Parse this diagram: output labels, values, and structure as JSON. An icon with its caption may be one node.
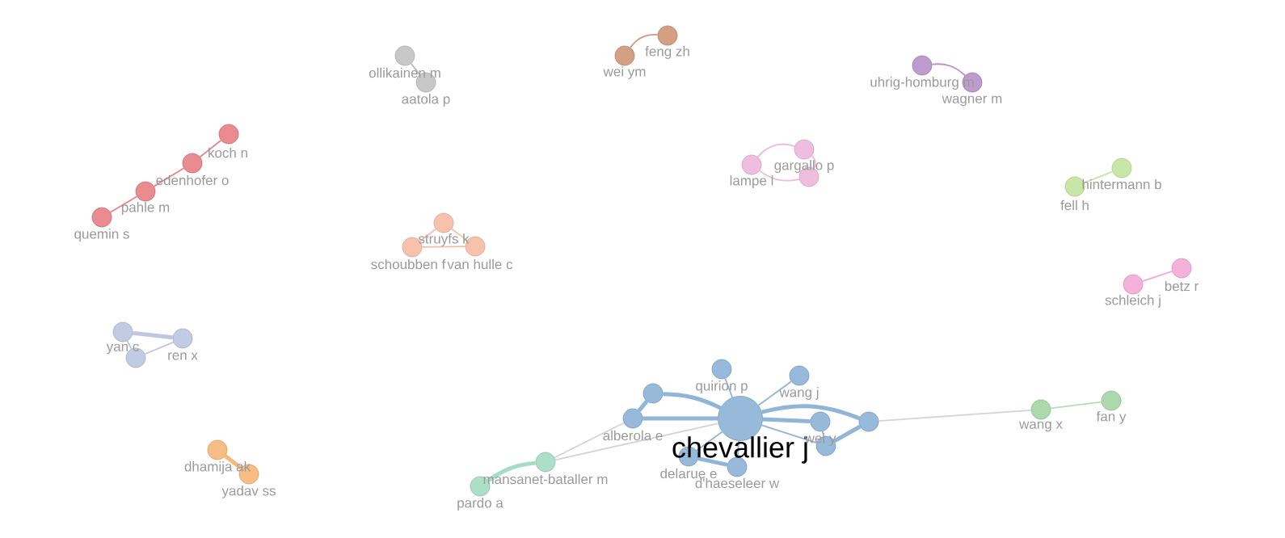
{
  "diagram": {
    "nodes": [
      {
        "text": [],
        "shape": "circle",
        "beside": [
          "feng zh"
        ]
      },
      {
        "text": [],
        "shape": "circle",
        "beside": [
          "ollikainen m"
        ]
      },
      {
        "text": [],
        "shape": "circle",
        "beside": [
          "wei ym"
        ]
      },
      {
        "text": [],
        "shape": "circle",
        "beside": [
          "uhrig-homburg m"
        ]
      },
      {
        "text": [],
        "shape": "circle",
        "beside": [
          "aatola p"
        ]
      },
      {
        "text": [],
        "shape": "circle",
        "beside": [
          "wagner m"
        ]
      },
      {
        "text": [],
        "shape": "circle",
        "beside": [
          "koch n"
        ]
      },
      {
        "text": [],
        "shape": "circle",
        "beside": [
          "gargallo p"
        ]
      },
      {
        "text": [],
        "shape": "circle",
        "beside": [
          "edenhofer o"
        ]
      },
      {
        "text": [],
        "shape": "circle",
        "beside": [
          "lampe l"
        ]
      },
      {
        "text": [],
        "shape": "circle"
      },
      {
        "text": [],
        "shape": "circle",
        "beside": [
          "hintermann b"
        ]
      },
      {
        "text": [],
        "shape": "circle",
        "beside": [
          "fell h"
        ]
      },
      {
        "text": [],
        "shape": "circle",
        "beside": [
          "pahle m"
        ]
      },
      {
        "text": [],
        "shape": "circle",
        "beside": [
          "quemin s"
        ]
      },
      {
        "text": [],
        "shape": "circle",
        "beside": [
          "struyfs k"
        ]
      },
      {
        "text": [],
        "shape": "circle",
        "beside": [
          "van hulle c"
        ]
      },
      {
        "text": [],
        "shape": "circle",
        "beside": [
          "schoubben f"
        ]
      },
      {
        "text": [],
        "shape": "circle",
        "beside": [
          "betz r"
        ]
      },
      {
        "text": [],
        "shape": "circle",
        "beside": [
          "schleich j"
        ]
      },
      {
        "text": [],
        "shape": "circle",
        "beside": [
          "yan c"
        ]
      },
      {
        "text": [],
        "shape": "circle",
        "beside": [
          "ren x"
        ]
      },
      {
        "text": [],
        "shape": "circle"
      },
      {
        "text": [],
        "shape": "circle",
        "beside": [
          "quirion p"
        ]
      },
      {
        "text": [],
        "shape": "circle",
        "beside": [
          "wang j"
        ]
      },
      {
        "text": [],
        "shape": "circle"
      },
      {
        "text": [],
        "shape": "circle",
        "beside": [
          "fan y"
        ]
      },
      {
        "text": [],
        "shape": "circle",
        "beside": [
          "wang x"
        ]
      },
      {
        "text": [],
        "shape": "circle",
        "beside": [
          "chevallier j"
        ]
      },
      {
        "text": [],
        "shape": "circle",
        "beside": [
          "alberola e"
        ]
      },
      {
        "text": [],
        "shape": "circle",
        "beside": [
          "wei y"
        ]
      },
      {
        "text": [],
        "shape": "circle"
      },
      {
        "text": [],
        "shape": "circle"
      },
      {
        "text": [],
        "shape": "circle",
        "beside": [
          "dhamija ak"
        ]
      },
      {
        "text": [],
        "shape": "circle",
        "beside": [
          "delarue e"
        ]
      },
      {
        "text": [],
        "shape": "circle",
        "beside": [
          "mansanet-bataller m"
        ]
      },
      {
        "text": [],
        "shape": "circle",
        "beside": [
          "d'haeseleer w"
        ]
      },
      {
        "text": [],
        "shape": "circle",
        "beside": [
          "yadav ss"
        ]
      },
      {
        "text": [],
        "shape": "circle",
        "beside": [
          "pardo a"
        ]
      }
    ],
    "edges": [
      {
        "from": 2,
        "to": 0,
        "arrow": "none",
        "color": "#d09a7c"
      },
      {
        "from": 1,
        "to": 4,
        "arrow": "none",
        "color": "#b8b8b8"
      },
      {
        "from": 3,
        "to": 5,
        "arrow": "none",
        "color": "#b890cc"
      },
      {
        "from": 9,
        "to": 7,
        "arrow": "none",
        "color": "#eeb8dc"
      },
      {
        "from": 9,
        "to": 10,
        "arrow": "none",
        "color": "#eeb8dc"
      },
      {
        "from": 7,
        "to": 10,
        "arrow": "none",
        "color": "#eeb8dc"
      },
      {
        "from": 12,
        "to": 11,
        "arrow": "none",
        "color": "#c4e4a0"
      },
      {
        "from": 19,
        "to": 18,
        "arrow": "none",
        "color": "#f4a8d4"
      },
      {
        "from": 14,
        "to": 13,
        "arrow": "none",
        "color": "#e88488"
      },
      {
        "from": 13,
        "to": 8,
        "arrow": "none",
        "color": "#e88488"
      },
      {
        "from": 8,
        "to": 6,
        "arrow": "none",
        "color": "#e88488"
      },
      {
        "from": 17,
        "to": 15,
        "arrow": "none",
        "color": "#f6bea6"
      },
      {
        "from": 17,
        "to": 16,
        "arrow": "none",
        "color": "#f6bea6"
      },
      {
        "from": 15,
        "to": 16,
        "arrow": "none",
        "color": "#f6bea6"
      },
      {
        "from": 20,
        "to": 21,
        "arrow": "none",
        "style": "thick",
        "color": "#bec7e2"
      },
      {
        "from": 20,
        "to": 22,
        "arrow": "none",
        "color": "#bec7e2"
      },
      {
        "from": 22,
        "to": 21,
        "arrow": "none",
        "color": "#bec7e2"
      },
      {
        "from": 33,
        "to": 37,
        "arrow": "none",
        "style": "thick",
        "color": "#f7b87c"
      },
      {
        "from": 38,
        "to": 35,
        "arrow": "none",
        "style": "thick",
        "color": "#a6dcc4"
      },
      {
        "from": 35,
        "to": 29,
        "arrow": "none",
        "color": "#d4d4d4"
      },
      {
        "from": 35,
        "to": 28,
        "arrow": "none",
        "color": "#d4d4d4"
      },
      {
        "from": 28,
        "to": 29,
        "arrow": "none",
        "style": "thick",
        "color": "#8fb5d8"
      },
      {
        "from": 28,
        "to": 25,
        "arrow": "none",
        "style": "thick",
        "color": "#8fb5d8"
      },
      {
        "from": 25,
        "to": 29,
        "arrow": "none",
        "style": "thick",
        "color": "#8fb5d8"
      },
      {
        "from": 28,
        "to": 23,
        "arrow": "none",
        "color": "#8fb5d8"
      },
      {
        "from": 28,
        "to": 24,
        "arrow": "none",
        "color": "#8fb5d8"
      },
      {
        "from": 28,
        "to": 30,
        "arrow": "none",
        "style": "thick",
        "color": "#8fb5d8"
      },
      {
        "from": 28,
        "to": 32,
        "arrow": "none",
        "color": "#8fb5d8"
      },
      {
        "from": 28,
        "to": 31,
        "arrow": "none",
        "style": "thick",
        "color": "#8fb5d8"
      },
      {
        "from": 28,
        "to": 34,
        "arrow": "none",
        "color": "#8fb5d8"
      },
      {
        "from": 28,
        "to": 36,
        "arrow": "none",
        "color": "#8fb5d8"
      },
      {
        "from": 34,
        "to": 36,
        "arrow": "none",
        "style": "thick",
        "color": "#8fb5d8"
      },
      {
        "from": 30,
        "to": 32,
        "arrow": "none",
        "color": "#8fb5d8"
      },
      {
        "from": 32,
        "to": 31,
        "arrow": "none",
        "style": "thick",
        "color": "#8fb5d8"
      },
      {
        "from": 31,
        "to": 27,
        "arrow": "none",
        "color": "#d4d4d4"
      },
      {
        "from": 27,
        "to": 26,
        "arrow": "none",
        "color": "#b8dcb8"
      }
    ]
  }
}
